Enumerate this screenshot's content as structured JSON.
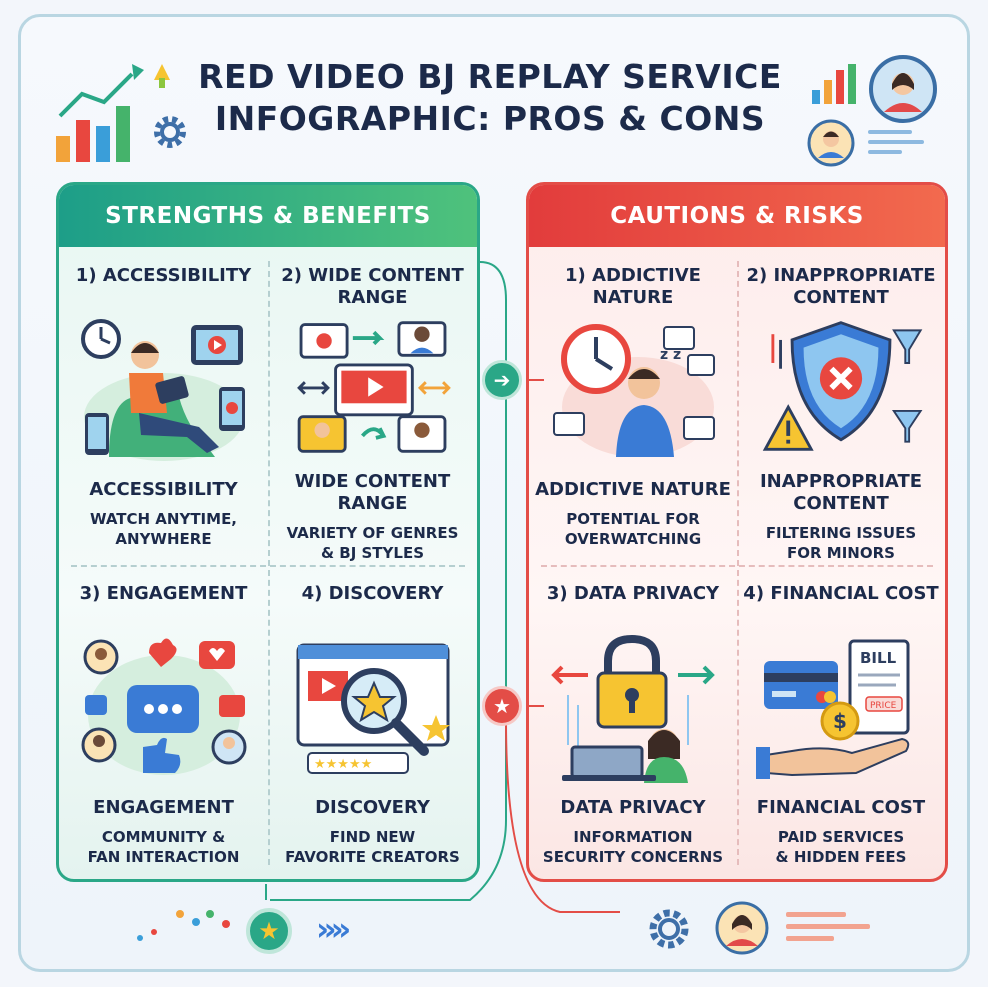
{
  "title": {
    "line1": "RED VIDEO BJ REPLAY SERVICE",
    "line2": "INFOGRAPHIC: PROS & CONS"
  },
  "strengths": {
    "header": "STRENGTHS & BENEFITS",
    "items": [
      {
        "heading": "1) ACCESSIBILITY",
        "name": "ACCESSIBILITY",
        "desc_line1": "WATCH ANYTIME,",
        "desc_line2": "ANYWHERE"
      },
      {
        "heading": "2) WIDE CONTENT RANGE",
        "name": "WIDE CONTENT RANGE",
        "desc_line1": "VARIETY OF GENRES",
        "desc_line2": "& BJ STYLES"
      },
      {
        "heading": "3) ENGAGEMENT",
        "name": "ENGAGEMENT",
        "desc_line1": "COMMUNITY &",
        "desc_line2": "FAN INTERACTION"
      },
      {
        "heading": "4) DISCOVERY",
        "name": "DISCOVERY",
        "desc_line1": "FIND NEW",
        "desc_line2": "FAVORITE CREATORS"
      }
    ]
  },
  "risks": {
    "header": "CAUTIONS & RISKS",
    "items": [
      {
        "heading": "1) ADDICTIVE NATURE",
        "name": "ADDICTIVE NATURE",
        "desc_line1": "POTENTIAL FOR",
        "desc_line2": "OVERWATCHING"
      },
      {
        "heading": "2) INAPPROPRIATE CONTENT",
        "name": "INAPPROPRIATE CONTENT",
        "desc_line1": "FILTERING ISSUES",
        "desc_line2": "FOR MINORS"
      },
      {
        "heading": "3) DATA PRIVACY",
        "name": "DATA PRIVACY",
        "desc_line1": "INFORMATION",
        "desc_line2": "SECURITY CONCERNS"
      },
      {
        "heading": "4) FINANCIAL COST",
        "name": "FINANCIAL COST",
        "desc_line1": "PAID SERVICES",
        "desc_line2": "& HIDDEN FEES"
      }
    ]
  },
  "illustration_text": {
    "bill": "BILL",
    "price": "PRICE"
  },
  "colors": {
    "green": "#2aa787",
    "red": "#e34d47",
    "navy": "#1c2a4a",
    "yellow": "#f6c431",
    "blue": "#3a7bd5"
  }
}
